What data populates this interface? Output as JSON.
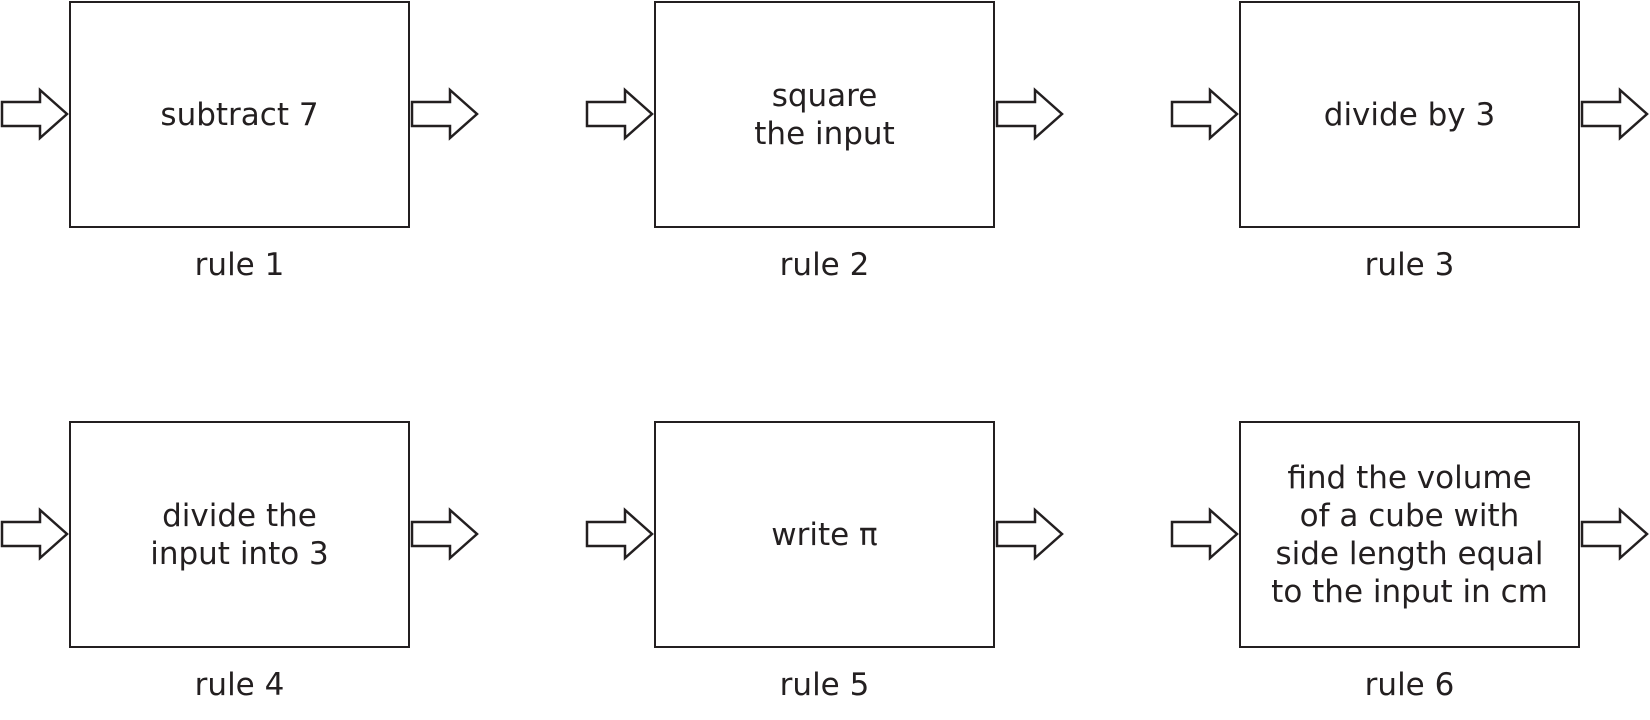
{
  "rules": [
    {
      "text": "subtract 7",
      "label": "rule 1"
    },
    {
      "text": "square\nthe input",
      "label": "rule 2"
    },
    {
      "text": "divide by 3",
      "label": "rule 3"
    },
    {
      "text": "divide the\ninput into 3",
      "label": "rule 4"
    },
    {
      "text": "write π",
      "label": "rule 5"
    },
    {
      "text": "find the volume\nof a cube with\nside length equal\nto the input in cm",
      "label": "rule 6"
    }
  ]
}
